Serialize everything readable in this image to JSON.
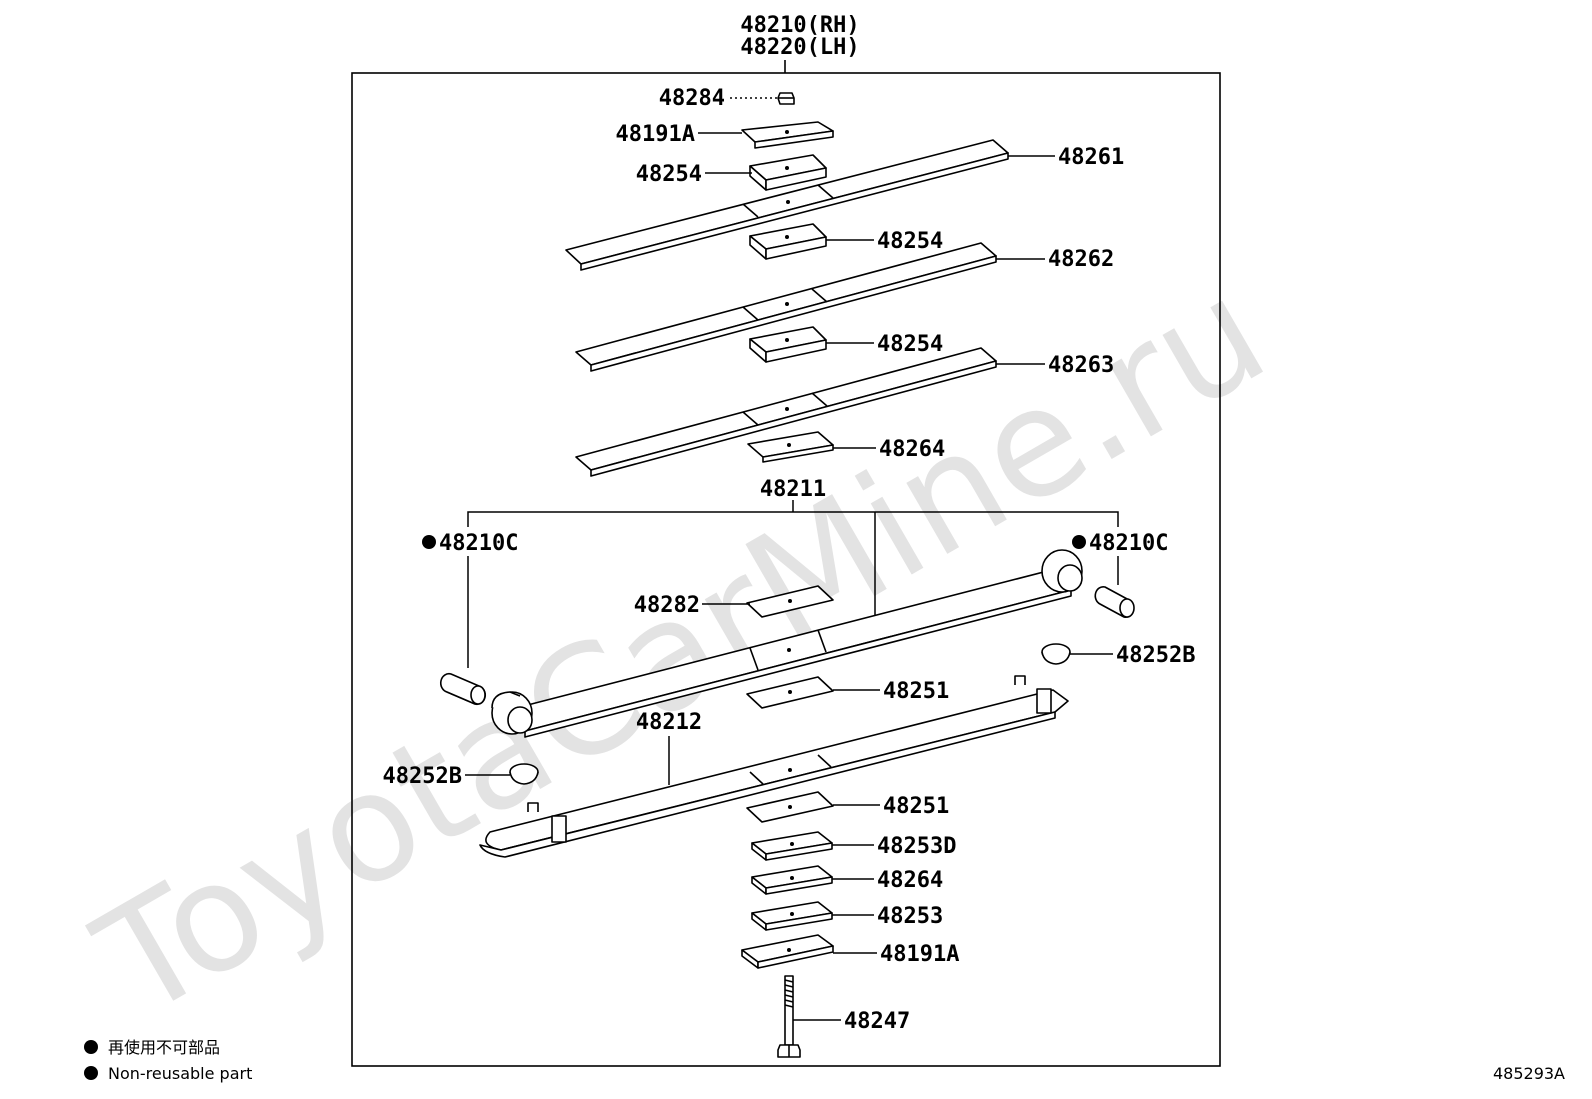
{
  "header": {
    "assembly_rh": "48210(RH)",
    "assembly_lh": "48220(LH)"
  },
  "watermark": "ToyotaCarMine.ru",
  "labels": {
    "p48284": "48284",
    "p48191a_top": "48191A",
    "p48254_a": "48254",
    "p48261": "48261",
    "p48254_b": "48254",
    "p48262": "48262",
    "p48254_c": "48254",
    "p48263": "48263",
    "p48264_a": "48264",
    "p48211": "48211",
    "p48210c_left": "48210C",
    "p48210c_right": "48210C",
    "p48282": "48282",
    "p48252b_right": "48252B",
    "p48251_a": "48251",
    "p48212": "48212",
    "p48252b_left": "48252B",
    "p48251_b": "48251",
    "p48253d": "48253D",
    "p48264_b": "48264",
    "p48253": "48253",
    "p48191a_bottom": "48191A",
    "p48247": "48247"
  },
  "legend": {
    "jp": "再使用不可部品",
    "en": "Non-reusable part"
  },
  "diagram_code": "485293A",
  "colors": {
    "line": "#000000",
    "watermark": "#e3e3e3",
    "background": "#ffffff"
  }
}
